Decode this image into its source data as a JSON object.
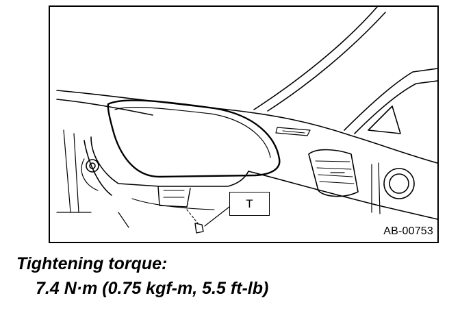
{
  "figure": {
    "callout_label": "T",
    "figure_id": "AB-00753"
  },
  "caption": {
    "heading": "Tightening torque:",
    "value": "7.4 N·m (0.75 kgf-m, 5.5 ft-lb)"
  }
}
